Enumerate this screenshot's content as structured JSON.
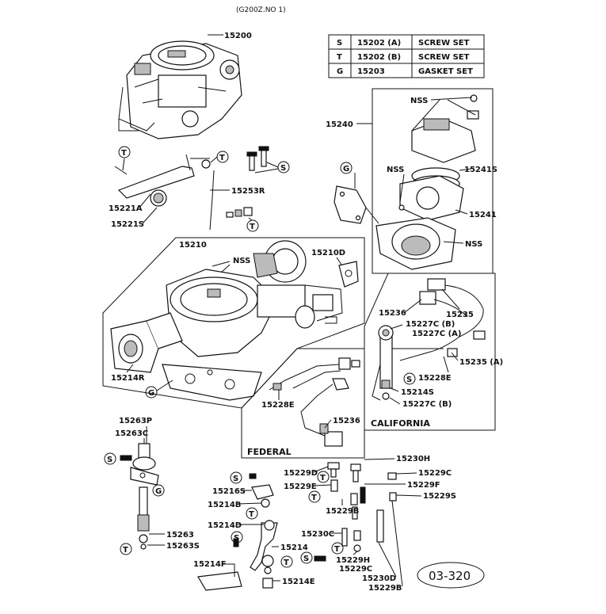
{
  "header": {
    "ref": "(G200Z.NO 1)"
  },
  "legend_table": [
    {
      "code": "S",
      "part": "15202 (A)",
      "desc": "SCREW SET"
    },
    {
      "code": "T",
      "part": "15202 (B)",
      "desc": "SCREW SET"
    },
    {
      "code": "G",
      "part": "15203",
      "desc": "GASKET SET"
    }
  ],
  "callouts": {
    "c15200": "15200",
    "c15240": "15240",
    "c15241S": "15241S",
    "c15241": "15241",
    "nss_a": "NSS",
    "nss_b": "NSS",
    "nss_c": "NSS",
    "nss_d": "NSS",
    "c15253R": "15253R",
    "c15221A": "15221A",
    "c15221S": "15221S",
    "c15210": "15210",
    "c15210D": "15210D",
    "c15214R": "15214R",
    "c15236a": "15236",
    "c15235": "15235",
    "c15227C_B": "15227C (B)",
    "c15227C_A": "15227C (A)",
    "c15235_A": "15235 (A)",
    "c15228E_a": "15228E",
    "c15214S": "15214S",
    "c15227C_B2": "15227C (B)",
    "c15228E_b": "15228E",
    "c15236b": "15236",
    "c15263P": "15263P",
    "c15263C": "15263C",
    "c15263": "15263",
    "c15263S": "15263S",
    "c15230H": "15230H",
    "c15229D": "15229D",
    "c15229C_a": "15229C",
    "c15229E": "15229E",
    "c15229F": "15229F",
    "c15229S": "15229S",
    "c15216S": "15216S",
    "c15214B": "15214B",
    "c15229B_a": "15229B",
    "c15214D": "15214D",
    "c15230C": "15230C",
    "c15214": "15214",
    "c15229H": "15229H",
    "c15229C_b": "15229C",
    "c15214F": "15214F",
    "c15230D": "15230D",
    "c15214E": "15214E",
    "c15229B_b": "15229B"
  },
  "box_titles": {
    "california": "CALIFORNIA",
    "federal": "FEDERAL"
  },
  "symbols": {
    "s": "S",
    "t": "T",
    "g": "G"
  },
  "page_code": "03-320"
}
